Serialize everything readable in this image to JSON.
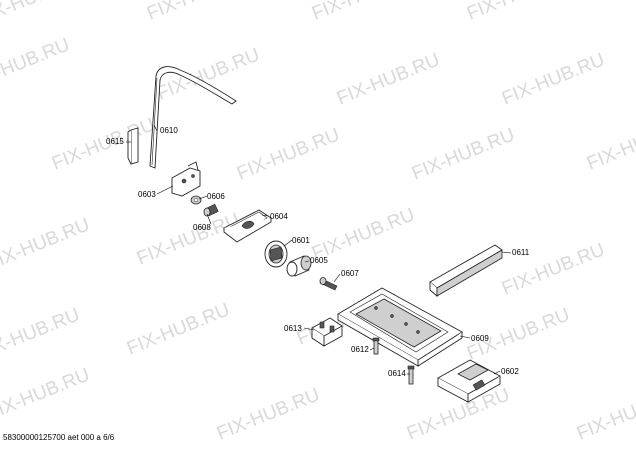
{
  "watermark": "FIX-HUB.RU",
  "labels": {
    "p0610": "0610",
    "p0615": "0615",
    "p0603": "0603",
    "p0606": "0606",
    "p0608": "0608",
    "p0604": "0604",
    "p0601": "0601",
    "p0605": "0605",
    "p0607": "0607",
    "p0611": "0611",
    "p0613": "0613",
    "p0612": "0612",
    "p0609": "0609",
    "p0614": "0614",
    "p0602": "0602"
  },
  "footer": "58300000125700 aet 000 a 6/6",
  "colors": {
    "watermark": "#d9d9d9",
    "line": "#222222",
    "shade": "#cfcfcf"
  }
}
